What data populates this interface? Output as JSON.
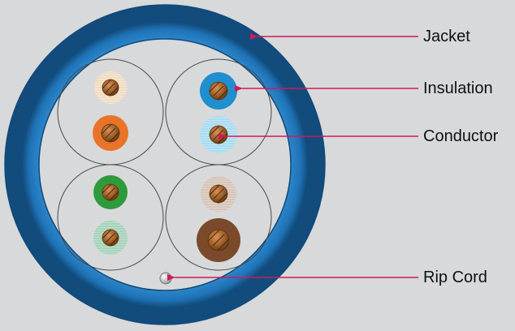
{
  "diagram": {
    "labels": {
      "jacket": "Jacket",
      "insulation": "Insulation",
      "conductor": "Conductor",
      "rip_cord": "Rip Cord"
    },
    "colors": {
      "background": "#d8d9da",
      "jacket": "#1f73b7",
      "callout_line": "#d0195a",
      "conductor": "#a0622a",
      "pair_outline": "#4a4a4a"
    },
    "pairs": [
      {
        "name": "orange-pair",
        "solid": "#e8742a",
        "stripe": "#f1dcc2"
      },
      {
        "name": "blue-pair",
        "solid": "#1f8fcf",
        "stripe": "#a9dcf0"
      },
      {
        "name": "green-pair",
        "solid": "#2f9a3c",
        "stripe": "#a6d3bb"
      },
      {
        "name": "brown-pair",
        "solid": "#7a4a2b",
        "stripe": "#d6c5b8"
      }
    ]
  }
}
